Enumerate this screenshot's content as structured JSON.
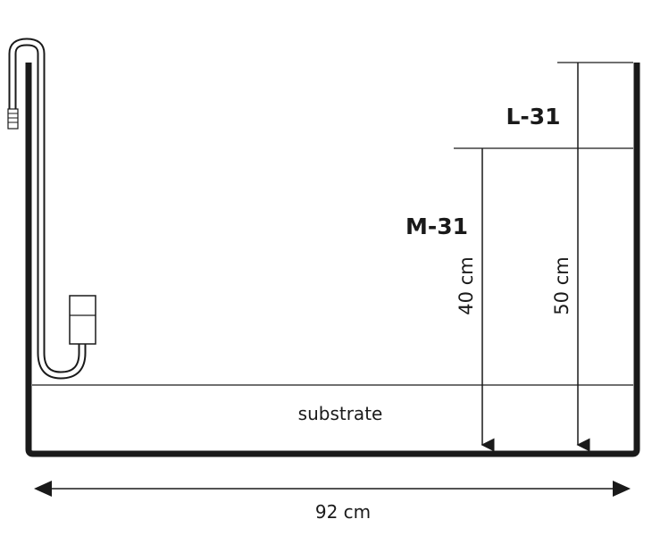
{
  "diagram": {
    "model_short": "L-31",
    "model_tall": "M-31",
    "height_short": "40 cm",
    "height_tall": "50 cm",
    "substrate": "substrate",
    "width": "92 cm"
  },
  "colors": {
    "line": "#1a1a1a",
    "tank_wall": "#1a1a1a",
    "background": "#ffffff"
  }
}
